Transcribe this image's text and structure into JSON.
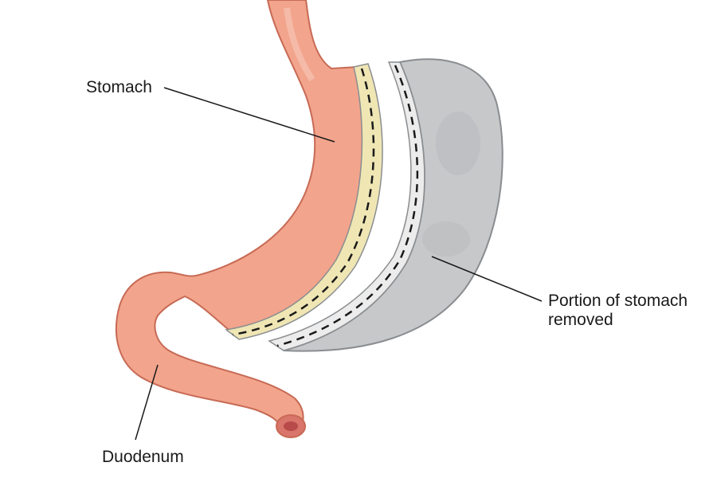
{
  "labels": {
    "stomach": "Stomach",
    "removed_line1": "Portion of stomach",
    "removed_line2": "removed",
    "duodenum": "Duodenum"
  },
  "colors": {
    "stomach_fill": "#f2a48c",
    "stomach_outline": "#c76a55",
    "removed_fill": "#c6c8ca",
    "removed_outline": "#8a8d90",
    "staple_strip_stomach": "#efe6b4",
    "staple_strip_removed": "#e8e8e8",
    "staple": "#1a1a1a",
    "leader_line": "#1a1a1a"
  }
}
